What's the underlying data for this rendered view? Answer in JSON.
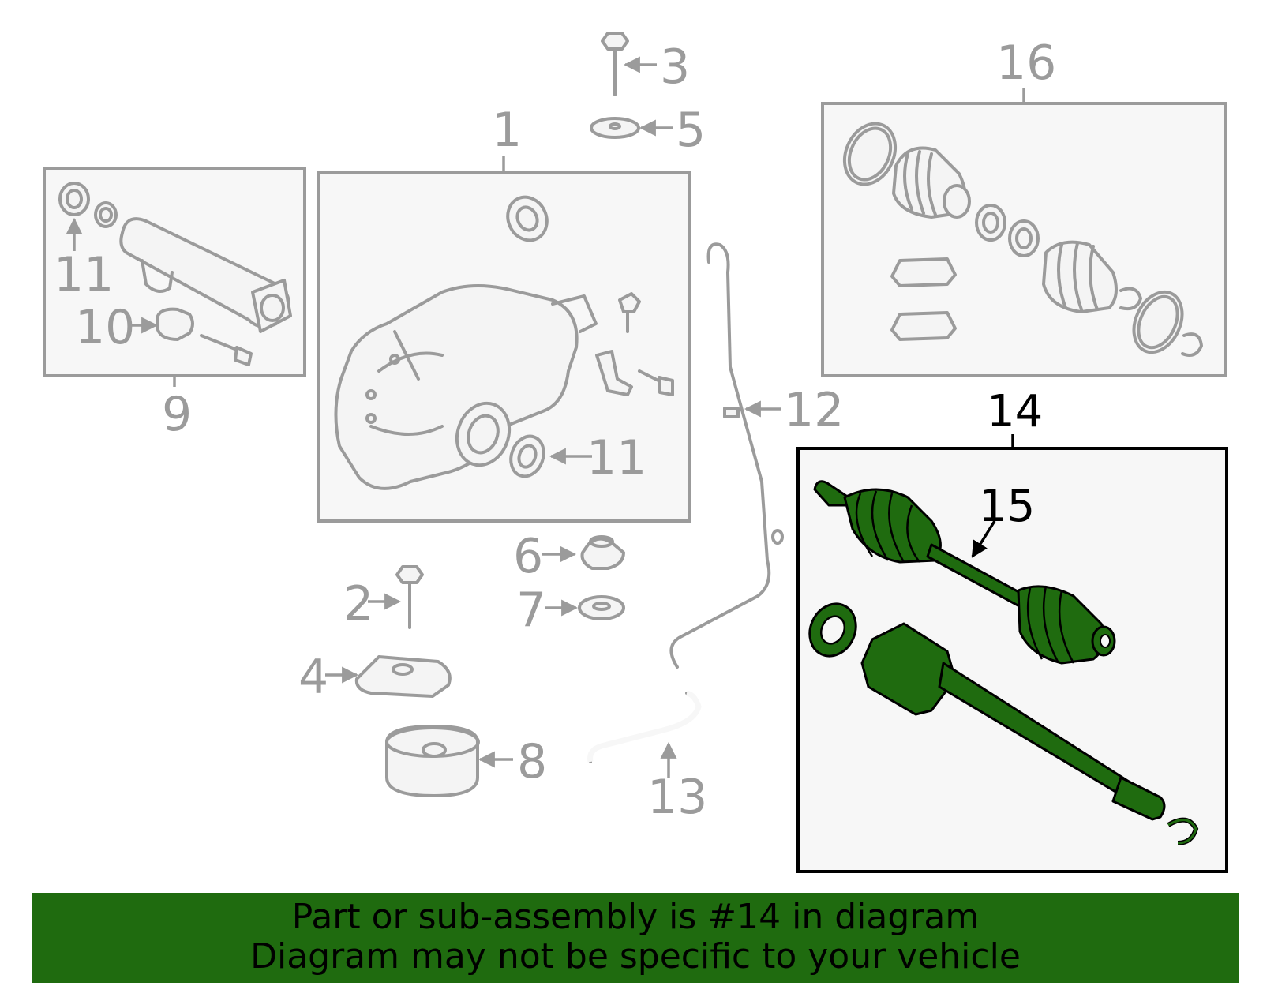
{
  "diagram": {
    "callouts": {
      "c1": "1",
      "c2": "2",
      "c3": "3",
      "c4": "4",
      "c5": "5",
      "c6": "6",
      "c7": "7",
      "c8": "8",
      "c9": "9",
      "c10": "10",
      "c11a": "11",
      "c11b": "11",
      "c12": "12",
      "c13": "13",
      "c14": "14",
      "c15": "15",
      "c16": "16"
    },
    "highlight_color": "#1f6b0f",
    "outline_color": "#9b9b9b"
  },
  "banner": {
    "line1": "Part or sub-assembly is #14 in diagram",
    "line2": "Diagram may not be specific to your vehicle"
  }
}
